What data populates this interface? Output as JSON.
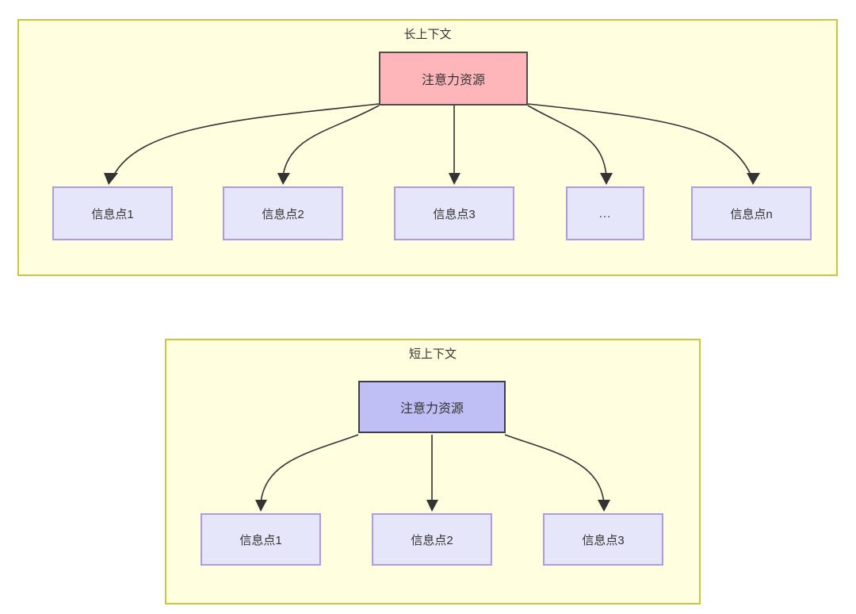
{
  "diagram": {
    "title": "",
    "colors": {
      "group_fill": "#FFFFE0",
      "group_border": "#C8C840",
      "root_pink_fill": "#FFB6BA",
      "root_pink_border": "#4D4D4D",
      "root_blue_fill": "#C0BFF5",
      "root_blue_border": "#3D3D4D",
      "leaf_fill": "#E6E6FA",
      "leaf_border": "#B09BE0",
      "edge_stroke": "#333333",
      "text": "#333333",
      "page_background": "#FFFFFF"
    },
    "groups": [
      {
        "id": "long-context",
        "title": "长上下文",
        "root": {
          "id": "root-long",
          "label": "注意力资源"
        },
        "leaves": [
          {
            "id": "leaf-long-1",
            "label": "信息点1"
          },
          {
            "id": "leaf-long-2",
            "label": "信息点2"
          },
          {
            "id": "leaf-long-3",
            "label": "信息点3"
          },
          {
            "id": "leaf-long-ellipsis",
            "label": "..."
          },
          {
            "id": "leaf-long-n",
            "label": "信息点n"
          }
        ]
      },
      {
        "id": "short-context",
        "title": "短上下文",
        "root": {
          "id": "root-short",
          "label": "注意力资源"
        },
        "leaves": [
          {
            "id": "leaf-short-1",
            "label": "信息点1"
          },
          {
            "id": "leaf-short-2",
            "label": "信息点2"
          },
          {
            "id": "leaf-short-3",
            "label": "信息点3"
          }
        ]
      }
    ]
  }
}
